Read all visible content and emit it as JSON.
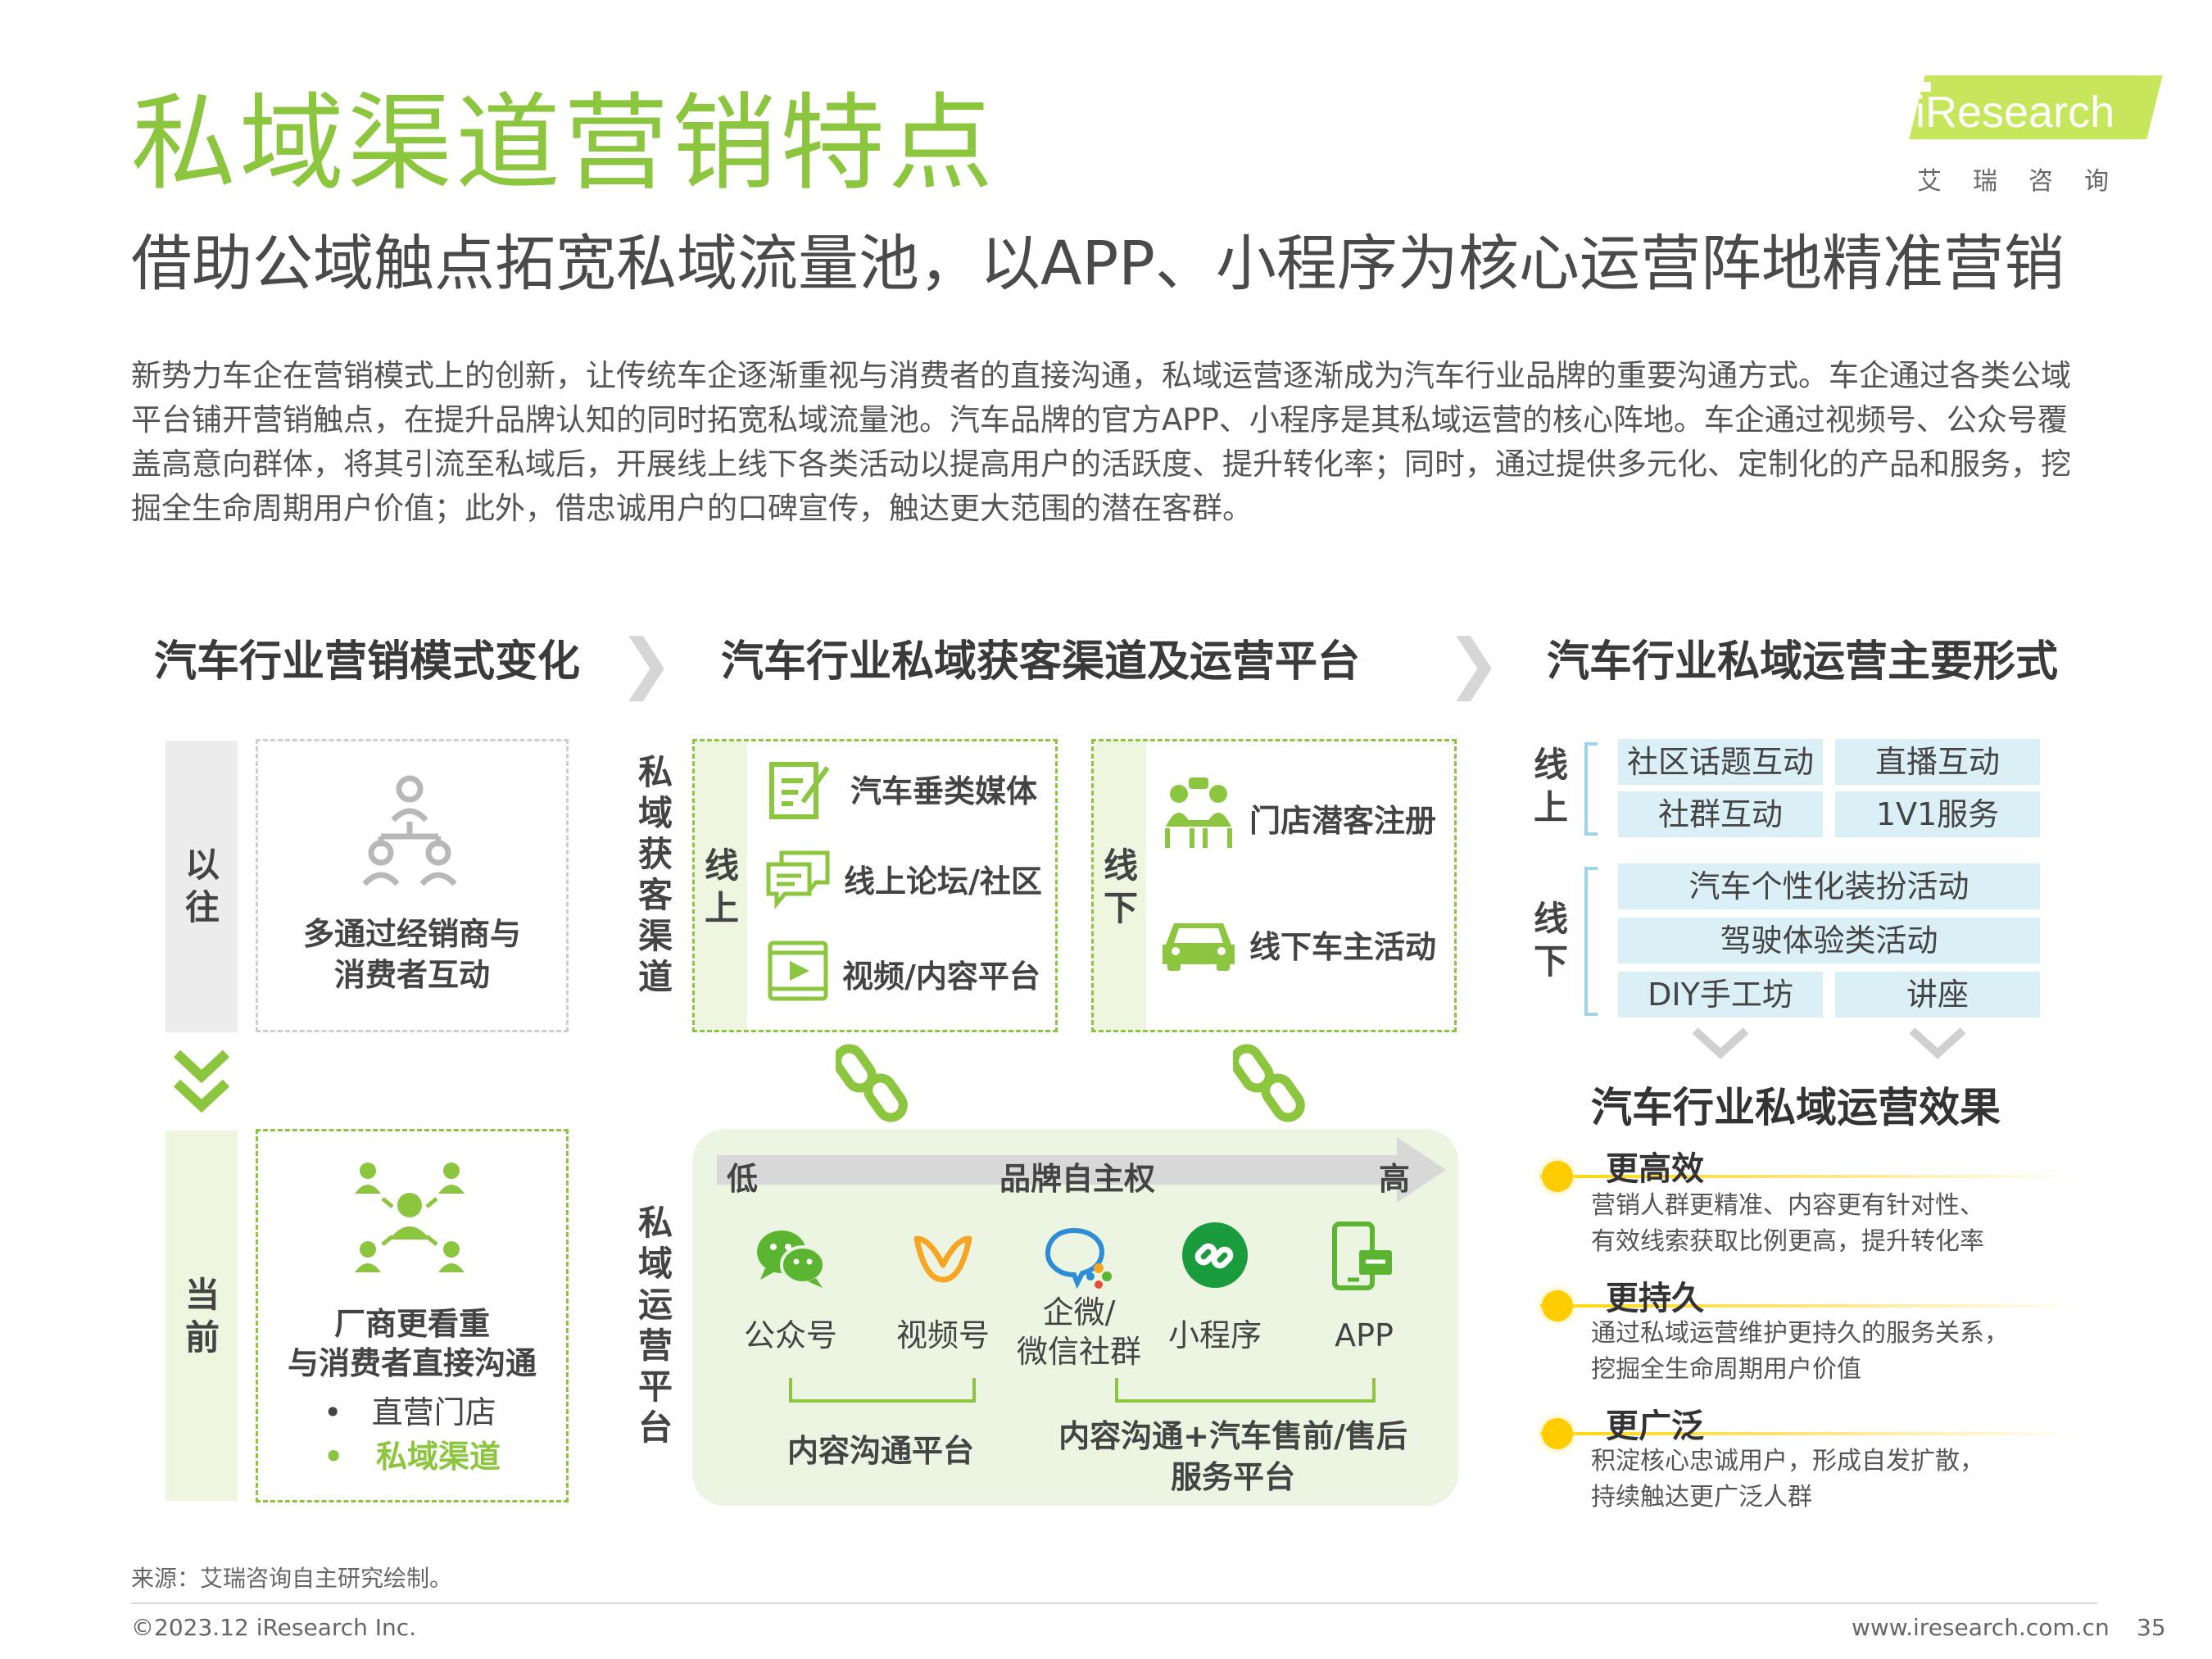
{
  "header": {
    "title": "私域渠道营销特点",
    "subtitle": "借助公域触点拓宽私域流量池，以APP、小程序为核心运营阵地精准营销",
    "intro": "新势力车企在营销模式上的创新，让传统车企逐渐重视与消费者的直接沟通，私域运营逐渐成为汽车行业品牌的重要沟通方式。车企通过各类公域平台铺开营销触点，在提升品牌认知的同时拓宽私域流量池。汽车品牌的官方APP、小程序是其私域运营的核心阵地。车企通过视频号、公众号覆盖高意向群体，将其引流至私域后，开展线上线下各类活动以提高用户的活跃度、提升转化率；同时，通过提供多元化、定制化的产品和服务，挖掘全生命周期用户价值；此外，借忠诚用户的口碑宣传，触达更大范围的潜在客群。"
  },
  "logo": {
    "brand": "iResearch",
    "cn": "艾瑞咨询"
  },
  "colors": {
    "title_green": "#8cc63f",
    "pill_blue": "#dbeff7",
    "accent_yellow": "#ffcc00"
  },
  "sections": {
    "left": "汽车行业营销模式变化",
    "middle": "汽车行业私域获客渠道及运营平台",
    "right": "汽车行业私域运营主要形式"
  },
  "left": {
    "past_label": "以往",
    "past_text": [
      "多通过经销商与",
      "消费者互动"
    ],
    "now_label": "当前",
    "now_title": [
      "厂商更看重",
      "与消费者直接沟通"
    ],
    "now_bullets": [
      "直营门店",
      "私域渠道"
    ]
  },
  "middle": {
    "acquire_label": "私域获客渠道",
    "online_label": "线上",
    "online_items": [
      "汽车垂类媒体",
      "线上论坛/社区",
      "视频/内容平台"
    ],
    "offline_label": "线下",
    "offline_items": [
      "门店潜客注册",
      "线下车主活动"
    ],
    "operate_label": "私域运营平台",
    "axis": {
      "low": "低",
      "title": "品牌自主权",
      "high": "高"
    },
    "platforms": [
      "公众号",
      "视频号",
      "企微/\n微信社群",
      "小程序",
      "APP"
    ],
    "group1": "内容沟通平台",
    "group2": "内容沟通+汽车售前/售后\n服务平台"
  },
  "right": {
    "online_label": "线上",
    "online_pills": [
      "社区话题互动",
      "直播互动",
      "社群互动",
      "1V1服务"
    ],
    "offline_label": "线下",
    "offline_pills": [
      "汽车个性化装扮活动",
      "驾驶体验类活动",
      "DIY手工坊",
      "讲座"
    ],
    "effect_title": "汽车行业私域运营效果",
    "effects": [
      {
        "title": "更高效",
        "desc": [
          "营销人群更精准、内容更有针对性、",
          "有效线索获取比例更高，提升转化率"
        ]
      },
      {
        "title": "更持久",
        "desc": [
          "通过私域运营维护更持久的服务关系，",
          "挖掘全生命周期用户价值"
        ]
      },
      {
        "title": "更广泛",
        "desc": [
          "积淀核心忠诚用户，形成自发扩散，",
          "持续触达更广泛人群"
        ]
      }
    ]
  },
  "footer": {
    "source": "来源：艾瑞咨询自主研究绘制。",
    "copyright": "©2023.12 iResearch Inc.",
    "url": "www.iresearch.com.cn",
    "page": "35"
  }
}
